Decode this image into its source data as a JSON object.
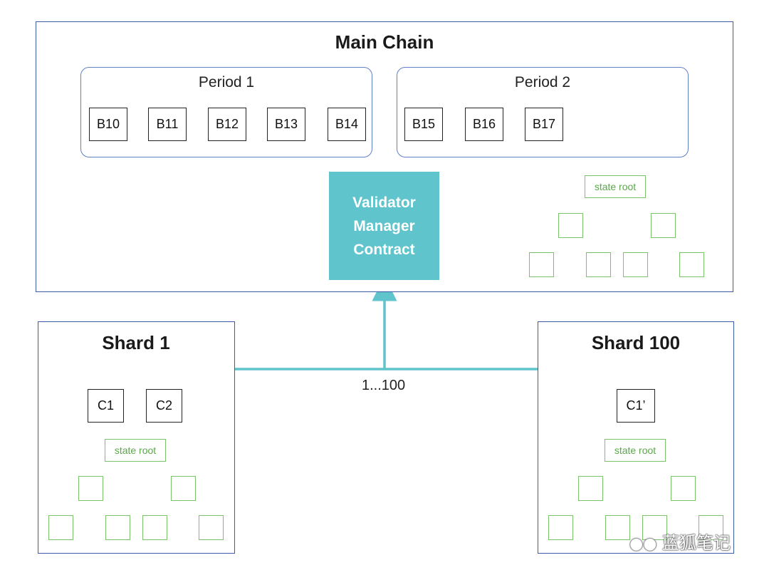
{
  "main_chain": {
    "title": "Main Chain",
    "periods": [
      {
        "label": "Period 1",
        "blocks": [
          "B10",
          "B11",
          "B12",
          "B13",
          "B14"
        ]
      },
      {
        "label": "Period 2",
        "blocks": [
          "B15",
          "B16",
          "B17"
        ]
      }
    ],
    "contract": {
      "lines": [
        "Validator",
        "Manager",
        "Contract"
      ]
    },
    "state_root": "state root"
  },
  "shards": [
    {
      "title": "Shard 1",
      "blocks": [
        "C1",
        "C2"
      ],
      "state_root": "state root"
    },
    {
      "title": "Shard 100",
      "blocks": [
        "C1’"
      ],
      "state_root": "state root"
    }
  ],
  "connector_label": "1...100",
  "watermark": "蓝狐笔记",
  "colors": {
    "chain_line": "#6a86cc",
    "contract": "#5fc4cc",
    "state_tree": "#7ac36a",
    "panel_border": "#3b5aa8"
  }
}
